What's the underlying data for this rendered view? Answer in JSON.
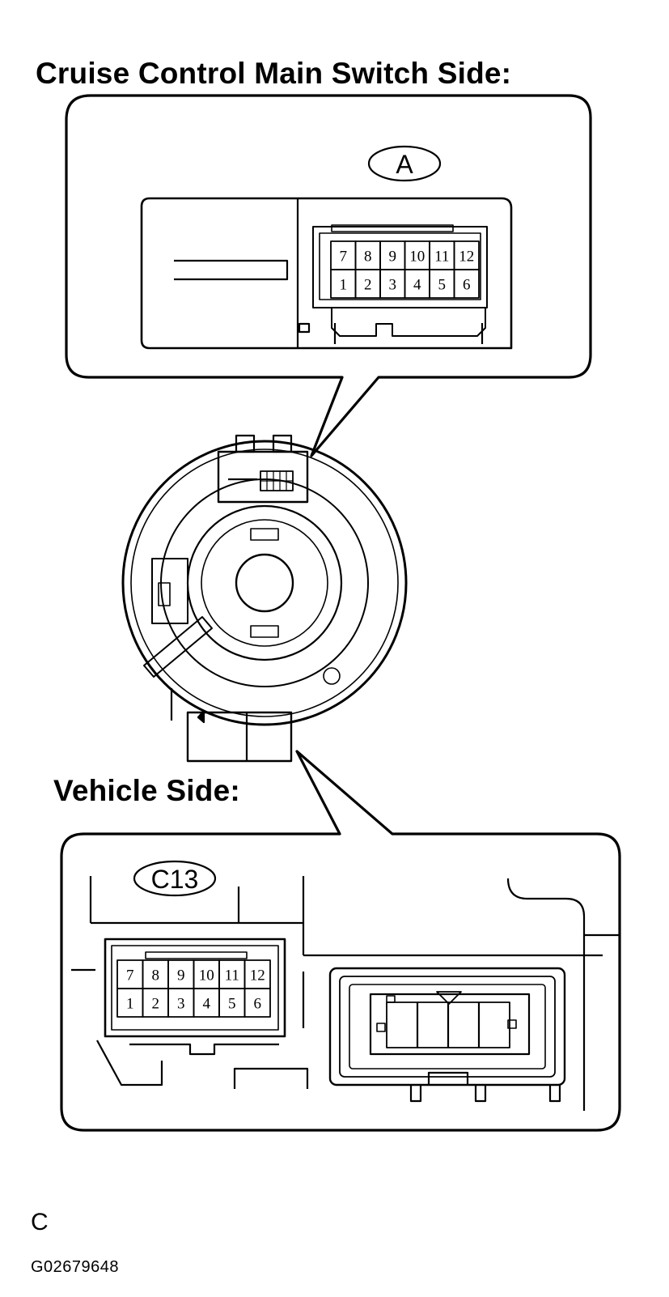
{
  "headings": {
    "top": "Cruise Control Main Switch Side:",
    "vehicle": "Vehicle Side:"
  },
  "connectors": {
    "a": {
      "label": "A",
      "top_row": [
        "7",
        "8",
        "9",
        "10",
        "11",
        "12"
      ],
      "bottom_row": [
        "1",
        "2",
        "3",
        "4",
        "5",
        "6"
      ]
    },
    "c13": {
      "label": "C13",
      "top_row": [
        "7",
        "8",
        "9",
        "10",
        "11",
        "12"
      ],
      "bottom_row": [
        "1",
        "2",
        "3",
        "4",
        "5",
        "6"
      ]
    }
  },
  "footer": {
    "letter": "C",
    "figure_code": "G02679648"
  }
}
